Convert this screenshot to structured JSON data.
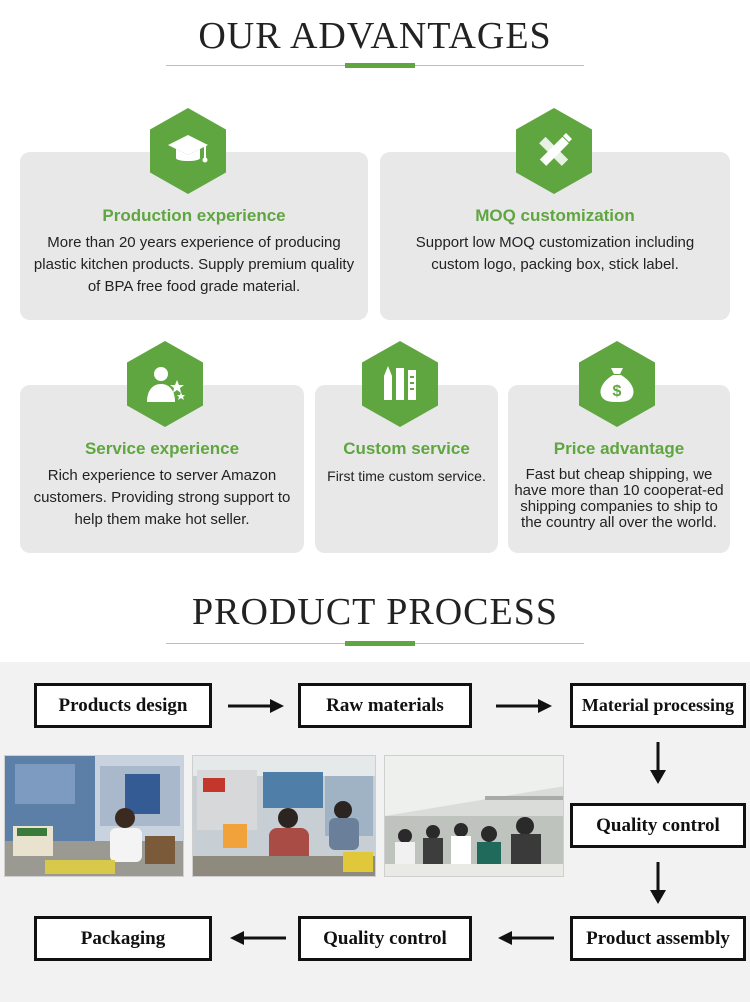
{
  "advantages": {
    "title": "OUR ADVANTAGES",
    "cards": [
      {
        "title": "Production experience",
        "text": "More than 20 years experience of producing plastic kitchen products. Supply premium quality of BPA free food grade material.",
        "icon": "graduation-cap-icon"
      },
      {
        "title": "MOQ customization",
        "text": "Support low MOQ customization including custom logo, packing box, stick label.",
        "icon": "pencil-ruler-icon"
      },
      {
        "title": "Service experience",
        "text": "Rich experience to server Amazon customers. Providing strong support to help them make hot seller.",
        "icon": "person-stars-icon"
      },
      {
        "title": "Custom service",
        "text": "First time custom service.",
        "icon": "tools-icon"
      },
      {
        "title": "Price advantage",
        "text": "Fast but cheap shipping, we have more than 10 cooperat-ed shipping companies to ship to the country all over the world.",
        "icon": "money-bag-icon"
      }
    ]
  },
  "process": {
    "title": "PRODUCT PROCESS",
    "steps": {
      "products_design": "Products design",
      "raw_materials": "Raw materials",
      "material_processing": "Material processing",
      "quality_control_1": "Quality control",
      "product_assembly": "Product assembly",
      "quality_control_2": "Quality control",
      "packaging": "Packaging"
    }
  },
  "colors": {
    "accent": "#5fa640",
    "card_bg": "#e8e8e8",
    "text": "#222222"
  }
}
